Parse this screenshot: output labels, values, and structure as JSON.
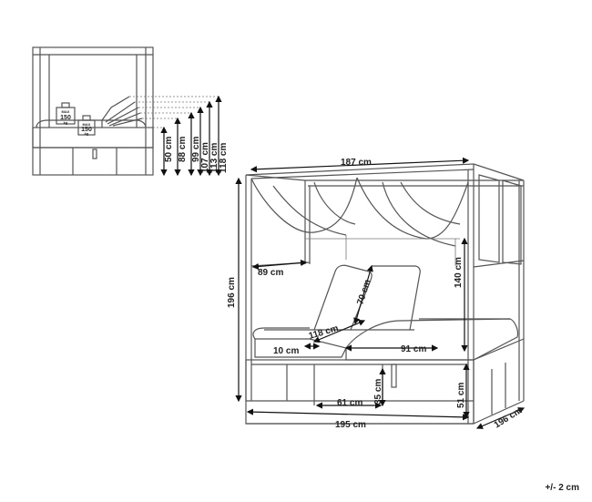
{
  "small_view": {
    "weights": [
      {
        "max": "MAX",
        "value": "150",
        "unit": "kg"
      },
      {
        "max": "MAX",
        "value": "150",
        "unit": "kg"
      }
    ],
    "heights": [
      "50 cm",
      "88 cm",
      "99 cm",
      "107 cm",
      "113 cm",
      "118 cm"
    ]
  },
  "main_view": {
    "width_top": "187 cm",
    "height": "196 cm",
    "inner_height": "140 cm",
    "canopy_depth": "89 cm",
    "backrest": "70 cm",
    "lounger_length": "118 cm",
    "armrest": "10 cm",
    "seat_width": "91 cm",
    "under_width": "61 cm",
    "under_height": "35 cm",
    "base_height": "51 cm",
    "width_bottom": "195 cm",
    "depth": "196 cm"
  },
  "tolerance": "+/- 2 cm"
}
